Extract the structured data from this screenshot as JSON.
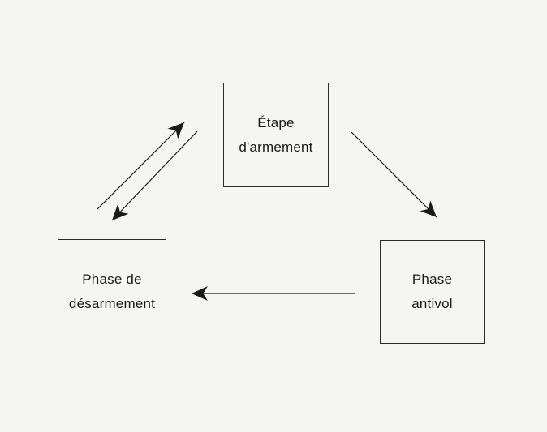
{
  "diagram": {
    "background_color": "#f5f5f4",
    "box_border_color": "#2b2b2b",
    "arrow_color": "#1a1a1a",
    "text_color": "#1a1a1a",
    "nodes": [
      {
        "id": "armement",
        "label": "Étape d'armement",
        "label_lines": [
          "Étape",
          "d'armement"
        ],
        "position": "top-center"
      },
      {
        "id": "desarmement",
        "label": "Phase de désarmement",
        "label_lines": [
          "Phase de",
          "désarmement"
        ],
        "position": "bottom-left"
      },
      {
        "id": "antivol",
        "label": "Phase antivol",
        "label_lines": [
          "Phase",
          "antivol"
        ],
        "position": "bottom-right"
      }
    ],
    "edges": [
      {
        "id": "desarmement-to-armement",
        "from": "desarmement",
        "to": "armement",
        "style": "diagonal-up-right-arrow"
      },
      {
        "id": "armement-to-desarmement",
        "from": "armement",
        "to": "desarmement",
        "style": "diagonal-down-left-arrow"
      },
      {
        "id": "armement-to-antivol",
        "from": "armement",
        "to": "antivol",
        "style": "diagonal-down-right-arrow"
      },
      {
        "id": "antivol-to-desarmement",
        "from": "antivol",
        "to": "desarmement",
        "style": "horizontal-left-arrow"
      }
    ]
  }
}
